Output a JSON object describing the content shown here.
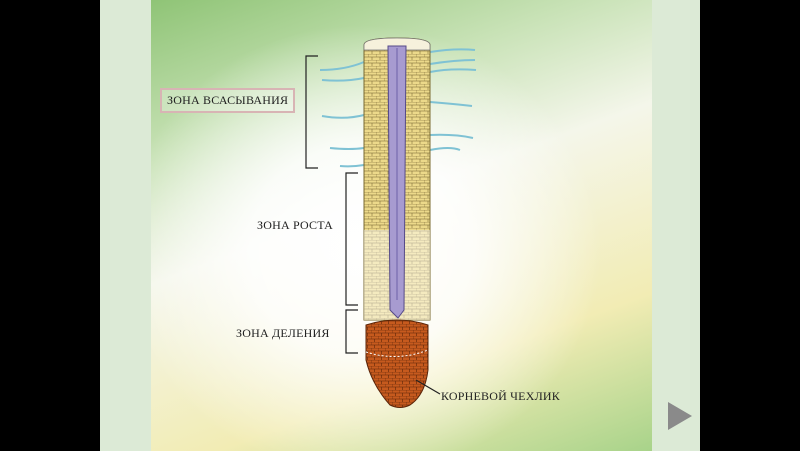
{
  "labels": {
    "absorption_zone": "ЗОНА ВСАСЫВАНИЯ",
    "growth_zone": "ЗОНА РОСТА",
    "division_zone": "ЗОНА ДЕЛЕНИЯ",
    "root_cap": "КОРНЕВОЙ ЧЕХЛИК"
  },
  "navigation": {
    "next_icon": "play-triangle-icon"
  },
  "colors": {
    "cortex": "#ecd98a",
    "stele": "#a79bd0",
    "root_hair": "#7fc2d4",
    "cap": "#c65a1e",
    "nav": "#8a8a8a"
  }
}
